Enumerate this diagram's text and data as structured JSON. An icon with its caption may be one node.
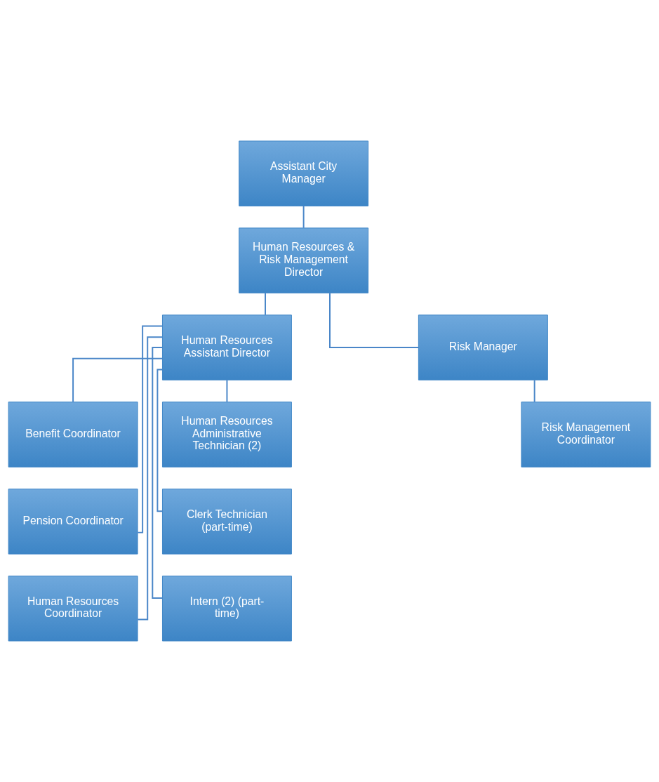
{
  "diagram": {
    "nodes": [
      {
        "text": [
          "Assistant City Manager"
        ]
      },
      {
        "text": [
          "Human Resources & Risk Management Director"
        ]
      },
      {
        "text": [
          "Human Resources Assistant Director"
        ]
      },
      {
        "text": [
          "Risk Manager"
        ]
      },
      {
        "text": [
          "Benefit Coordinator"
        ]
      },
      {
        "text": [
          "Human Resources Administrative Technician (2)"
        ]
      },
      {
        "text": [
          "Risk Management Coordinator"
        ]
      },
      {
        "text": [
          "Pension Coordinator"
        ]
      },
      {
        "text": [
          "Clerk Technician (part-time)"
        ]
      },
      {
        "text": [
          "Human Resources Coordinator"
        ]
      },
      {
        "text": [
          "Intern (2) (part-time)"
        ]
      }
    ],
    "edges": [
      {
        "from": 0,
        "to": 1,
        "arrow": "none"
      },
      {
        "from": 1,
        "to": 2,
        "arrow": "none"
      },
      {
        "from": 1,
        "to": 3,
        "arrow": "none"
      },
      {
        "from": 2,
        "to": 4,
        "arrow": "none"
      },
      {
        "from": 2,
        "to": 5,
        "arrow": "none"
      },
      {
        "from": 3,
        "to": 6,
        "arrow": "none"
      },
      {
        "from": 2,
        "to": 7,
        "arrow": "none"
      },
      {
        "from": 2,
        "to": 8,
        "arrow": "none"
      },
      {
        "from": 2,
        "to": 9,
        "arrow": "none"
      },
      {
        "from": 2,
        "to": 10,
        "arrow": "none"
      }
    ]
  }
}
